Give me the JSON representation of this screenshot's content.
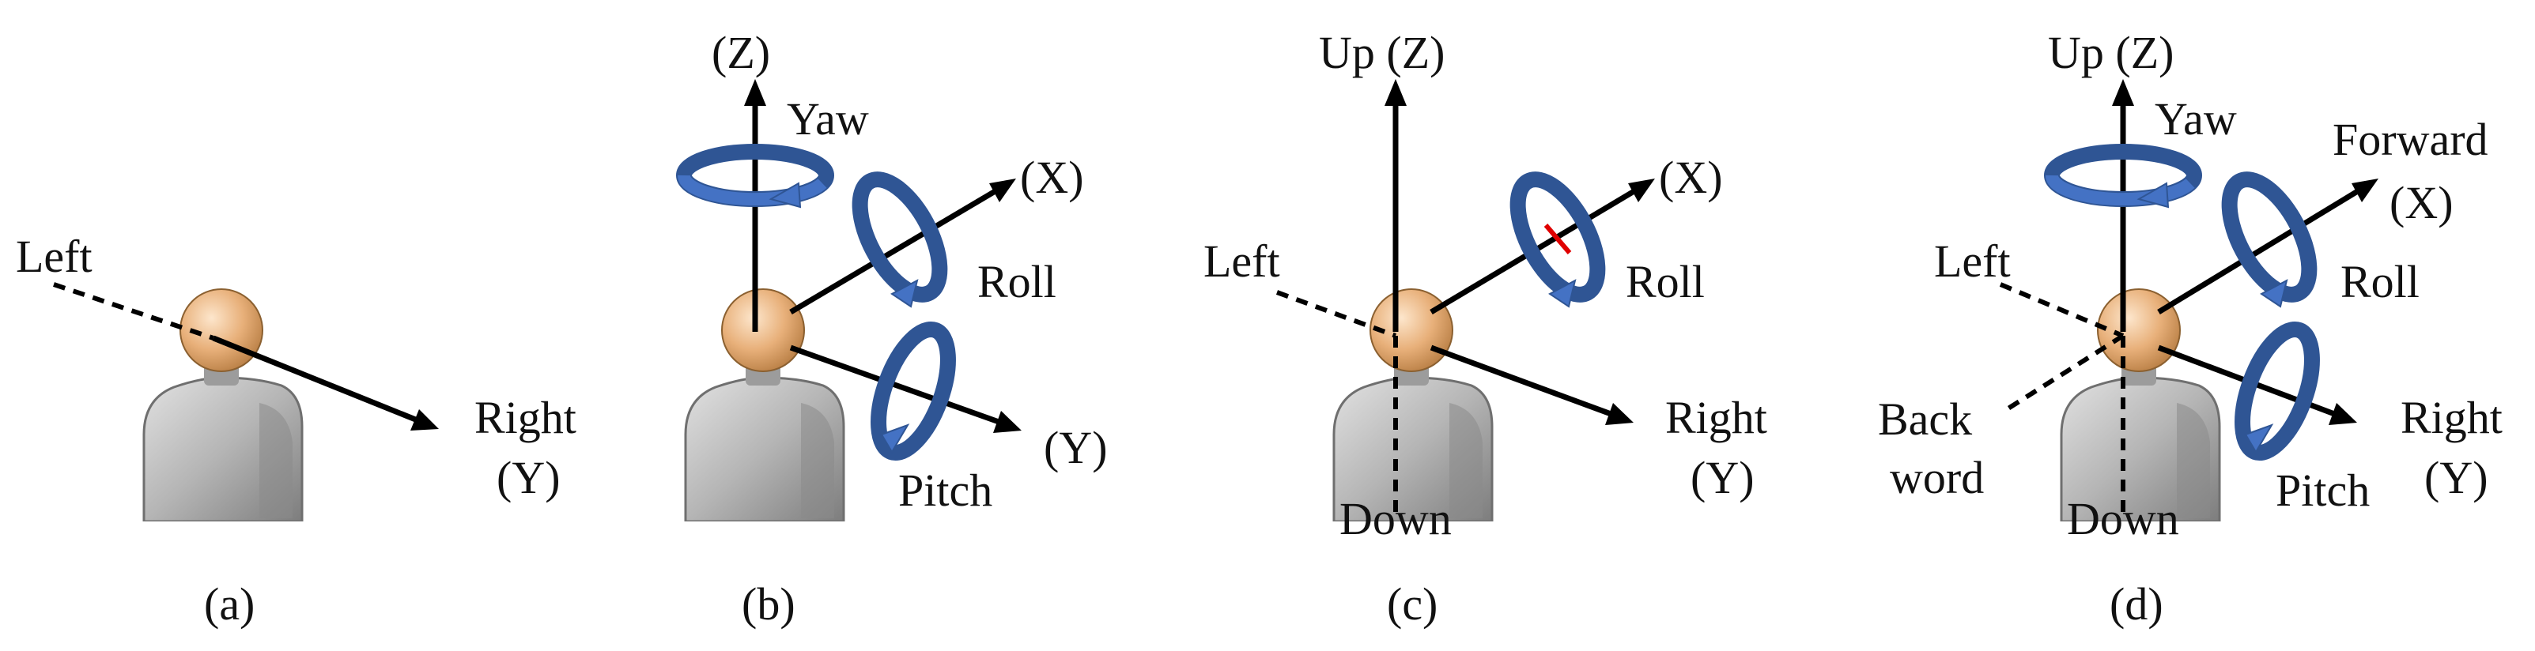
{
  "panels": [
    {
      "id": "a",
      "caption": "(a)",
      "labels": {
        "left": "Left",
        "right": "Right",
        "right_axis": "(Y)"
      }
    },
    {
      "id": "b",
      "caption": "(b)",
      "labels": {
        "z": "(Z)",
        "yaw": "Yaw",
        "x": "(X)",
        "roll": "Roll",
        "y": "(Y)",
        "pitch": "Pitch"
      }
    },
    {
      "id": "c",
      "caption": "(c)",
      "labels": {
        "up": "Up (Z)",
        "x": "(X)",
        "left": "Left",
        "roll": "Roll",
        "right": "Right",
        "right_axis": "(Y)",
        "down": "Down"
      }
    },
    {
      "id": "d",
      "caption": "(d)",
      "labels": {
        "up": "Up (Z)",
        "yaw": "Yaw",
        "forward": "Forward",
        "x": "(X)",
        "left": "Left",
        "roll": "Roll",
        "back": "Back",
        "back2": "word",
        "right": "Right",
        "right_axis": "(Y)",
        "pitch": "Pitch",
        "down": "Down"
      }
    }
  ],
  "colors": {
    "rotation_ring": "#4472c4",
    "roll_marker": "#e00000",
    "axis": "#000000",
    "head": "#e8b07a",
    "body": "#a8a8a8"
  },
  "icons": [
    "person-bust-icon",
    "rotation-ring-icon",
    "axis-arrow-icon"
  ]
}
